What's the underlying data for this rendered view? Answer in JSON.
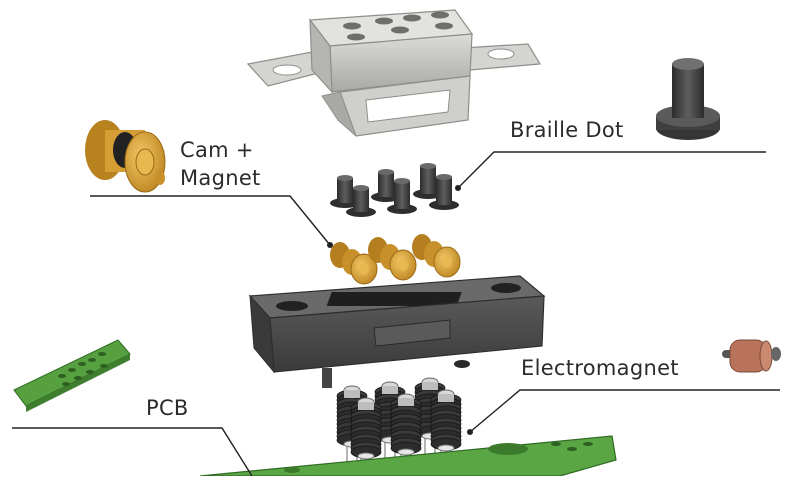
{
  "labels": {
    "braille_dot": "Braille Dot",
    "cam_magnet_line1": "Cam +",
    "cam_magnet_line2": "Magnet",
    "electromagnet": "Electromagnet",
    "pcb": "PCB"
  },
  "colors": {
    "housing_top": "#c9c9c6",
    "housing_bottom": "#4a4a4a",
    "cam": "#d9a43a",
    "braille_pin": "#3d3d3d",
    "coil": "#2a2a2a",
    "pcb": "#4f9a3c",
    "electromagnet_coil": "#b8735a",
    "leader_line": "#222222"
  }
}
